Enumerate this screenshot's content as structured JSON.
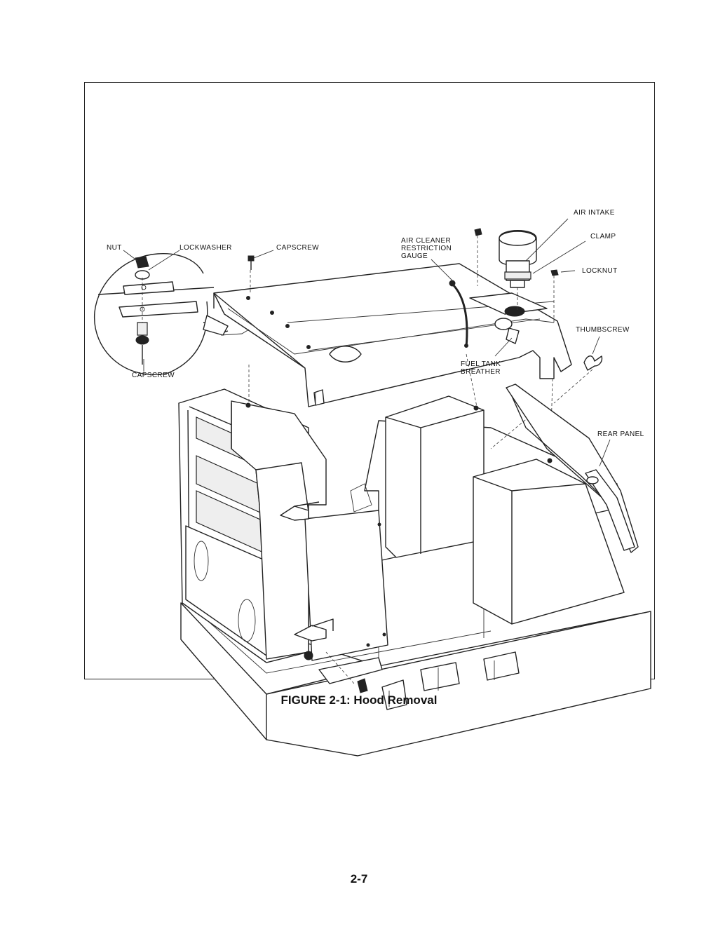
{
  "figure": {
    "caption": "FIGURE 2-1: Hood Removal",
    "page_number": "2-7"
  },
  "callouts": {
    "nut": "NUT",
    "lockwasher": "LOCKWASHER",
    "capscrew_top": "CAPSCREW",
    "capscrew_detail": "CAPSCREW",
    "air_cleaner_line1": "AIR CLEANER",
    "air_cleaner_line2": "RESTRICTION",
    "air_cleaner_line3": "GAUGE",
    "air_intake": "AIR INTAKE",
    "clamp": "CLAMP",
    "locknut": "LOCKNUT",
    "thumbscrew": "THUMBSCREW",
    "fuel_tank_line1": "FUEL TANK",
    "fuel_tank_line2": "BREATHER",
    "rear_panel": "REAR PANEL"
  }
}
